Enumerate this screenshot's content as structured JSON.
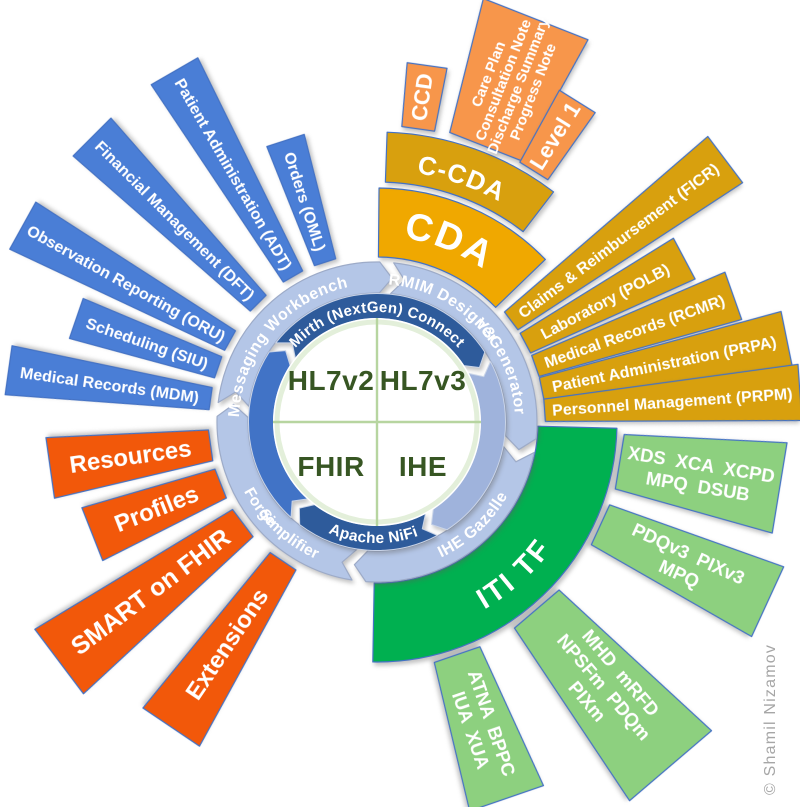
{
  "watermark": "© Shamil Nizamov",
  "colors": {
    "hl7v2_blue": "#4A7ED6",
    "hl7v3_gold": "#D8A00E",
    "cda_amber": "#F0A800",
    "doc_orange": "#F7964B",
    "fhir_orange": "#F2580A",
    "ihe_green": "#00B050",
    "ihe_light_green": "#8DD07F",
    "ring_light": "#B4C6E7",
    "arrow_navy": "#2E5B9B",
    "arrow_blue": "#4173C6",
    "arrow_light": "#9FB3DC",
    "center_green": "#375623",
    "watermark_gray": "#A6A6A6"
  },
  "center": {
    "hl7v2": "HL7v2",
    "hl7v3": "HL7v3",
    "fhir": "FHIR",
    "ihe": "IHE"
  },
  "tools": {
    "mirth": "Mirth (NextGen) Connect",
    "nifi": "Apache NiFi",
    "workbench": "Messaging Workbench",
    "rmim": "RMIM Designer",
    "v3gen": "V3Generator",
    "gazelle": "IHE Gazelle",
    "forge": "Forge",
    "simplifier": "Simplifier"
  },
  "hl7v2": {
    "rays": [
      "Medical Records (MDM)",
      "Scheduling (SIU)",
      "Observation Reporting (ORU)",
      "Financial Management (DFT)",
      "Patient Administration (ADT)",
      "Orders (OML)"
    ]
  },
  "hl7v3": {
    "cda": "CDA",
    "ccda": "C-CDA",
    "ccd": "CCD",
    "doc_types": [
      "Care Plan",
      "Consultation Note",
      "Discharge Summary",
      "Progress Note"
    ],
    "level1": "Level 1",
    "rays": [
      "Claims & Reimbursement (FICR)",
      "Laboratory (POLB)",
      "Medical Records (RCMR)",
      "Patient Administration (PRPA)",
      "Personnel Management (PRPM)"
    ]
  },
  "fhir": {
    "rays": [
      "Resources",
      "Profiles",
      "SMART on FHIR",
      "Extensions"
    ]
  },
  "ihe": {
    "iti": "ITI TF",
    "rays": [
      [
        "XDS  XCA  XCPD",
        "MPQ  DSUB"
      ],
      [
        "PDQv3  PIXv3",
        "MPQ"
      ],
      [
        "MHD  mRFD",
        "NPSFm  PDQm",
        "PIXm"
      ],
      [
        "ATNA  BPPC",
        "IUA  XUA"
      ]
    ]
  }
}
